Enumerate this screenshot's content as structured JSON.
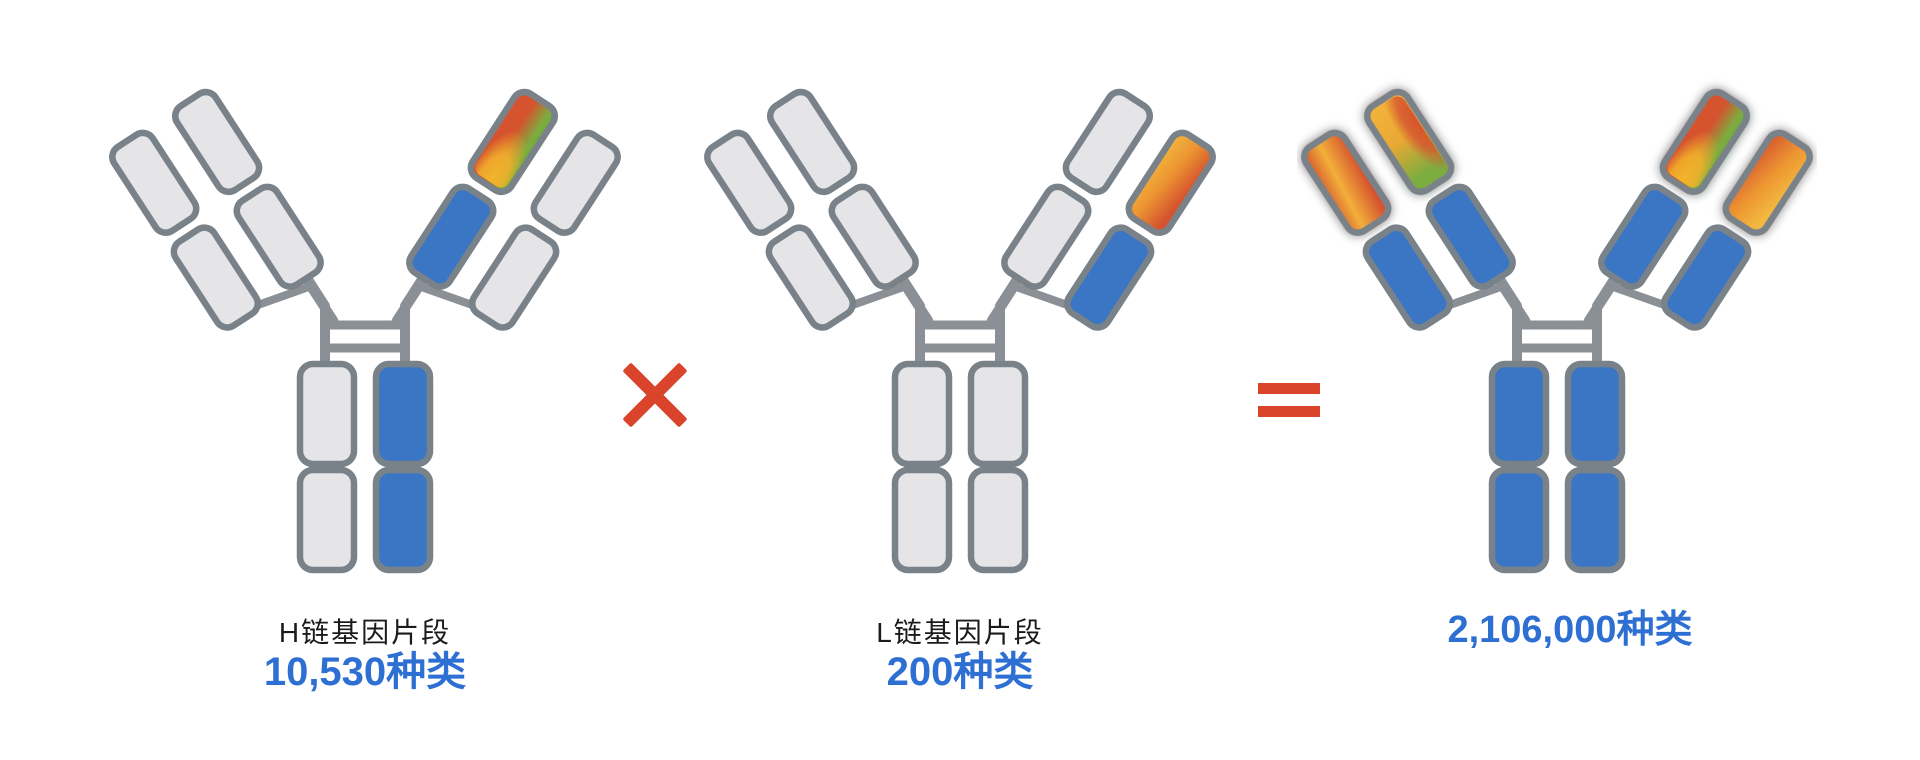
{
  "figure": {
    "background": "#ffffff",
    "antibodies": [
      {
        "id": "h-chain",
        "caption_title": "H链基因片段",
        "caption_value": "10,530种类"
      },
      {
        "id": "l-chain",
        "caption_title": "L链基因片段",
        "caption_value": "200种类"
      },
      {
        "id": "combined-result",
        "caption_title": "",
        "caption_value": "2,106,000种类"
      }
    ],
    "operators": {
      "multiply": "×",
      "equals": "="
    },
    "colors": {
      "accent_red": "#D9442A",
      "value_blue": "#2D6FD2",
      "title_text": "#1B1B1B",
      "segment_blue": "#3B76C5",
      "segment_gray": "#E5E5E7",
      "outline_gray": "#7A8289",
      "skeleton_gray": "#8A9095",
      "gradient_red": "#D5532E",
      "gradient_yellow": "#F3B43C",
      "gradient_green": "#7CAD3F"
    }
  }
}
